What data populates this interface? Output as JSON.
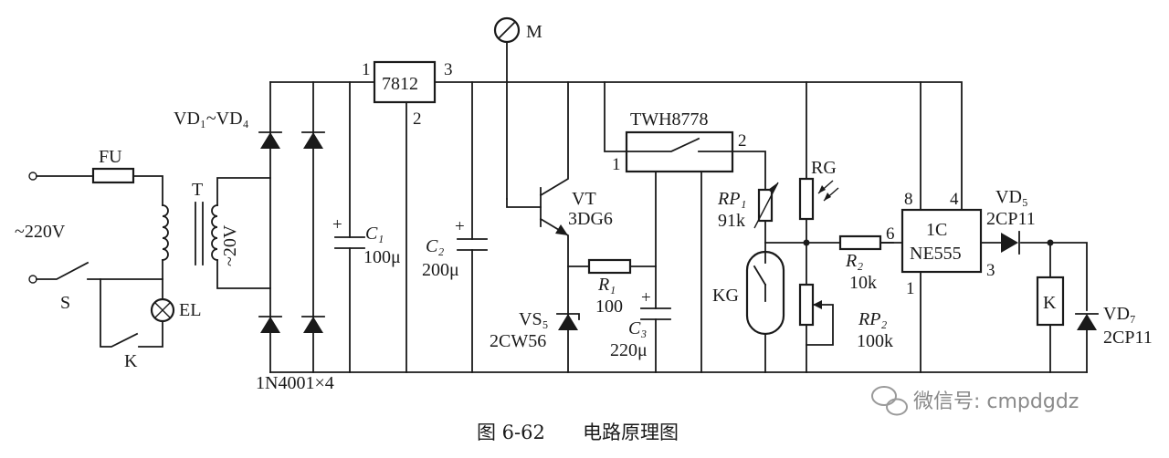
{
  "mains": "~220V",
  "fuse": "FU",
  "switch_s": "S",
  "relay_contact_k": "K",
  "lamp": "EL",
  "transformer": "T",
  "secondary": "~20V",
  "bridge_label": "VD₁~VD₄",
  "bridge_part": "1N4001×4",
  "regulator": "7812",
  "reg_pins": [
    "1",
    "3",
    "2"
  ],
  "c1": "C₁",
  "c1_val": "100μ",
  "c2": "C₂",
  "c2_val": "200μ",
  "c3": "C₃",
  "c3_val": "220μ",
  "motor": "M",
  "transistor": "VT",
  "transistor_part": "3DG6",
  "zener": "VS₅",
  "zener_part": "2CW56",
  "r1": "R₁",
  "r1_val": "100",
  "timer_module": "TWH8778",
  "timer_pins": [
    "1",
    "2"
  ],
  "rp1": "RP₁",
  "rp1_val": "91k",
  "rg": "RG",
  "kg": "KG",
  "r2": "R₂",
  "r2_val": "10k",
  "rp2": "RP₂",
  "rp2_val": "100k",
  "ic": "1C",
  "ic_part": "NE555",
  "ic_pins": [
    "8",
    "4",
    "6",
    "3",
    "1"
  ],
  "vd5": "VD₅",
  "vd5_part": "2CP11",
  "relay_coil": "K",
  "vd7": "VD₇",
  "vd7_part": "2CP11",
  "watermark": "微信号: cmpdgdz",
  "caption_fig": "图 6-62",
  "caption_title": "电路原理图"
}
